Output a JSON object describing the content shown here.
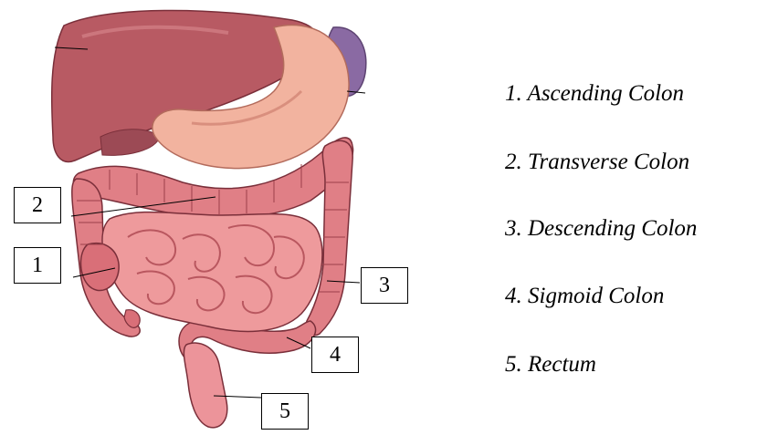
{
  "labels": [
    {
      "number": "1",
      "name": "1. Ascending Colon"
    },
    {
      "number": "2",
      "name": "2. Transverse Colon"
    },
    {
      "number": "3",
      "name": "3. Descending Colon"
    },
    {
      "number": "4",
      "name": "4. Sigmoid Colon"
    },
    {
      "number": "5",
      "name": "5. Rectum"
    }
  ],
  "colors": {
    "liver": "#b85a63",
    "stomach": "#f2b39f",
    "spleen": "#8a6aa3",
    "colon": "#e07f86",
    "small_intestine": "#ee9a9c",
    "outline": "#7a2f3a"
  }
}
